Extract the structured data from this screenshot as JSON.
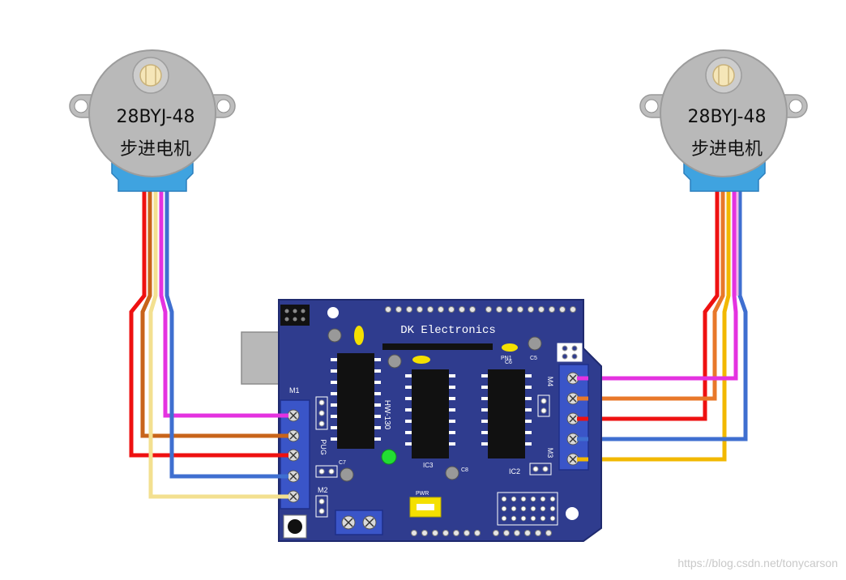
{
  "motors": {
    "left": {
      "model": "28BYJ-48",
      "name": "步进电机"
    },
    "right": {
      "model": "28BYJ-48",
      "name": "步进电机"
    }
  },
  "board": {
    "brand": "DK Electronics",
    "model": "HW-130",
    "labels": {
      "pn1": "PN1",
      "c6": "C6",
      "c5": "C5",
      "c7": "C7",
      "c8": "C8",
      "ic3": "IC3",
      "ic2": "IC2",
      "pwr": "PWR",
      "m1": "M1",
      "m2": "M2",
      "m3": "M3",
      "m4": "M4",
      "pug": "PUG"
    }
  },
  "colors": {
    "board": "#2f3c8e",
    "board_edge": "#1f2a6e",
    "motor_body": "#b9b9b9",
    "motor_base": "#3fa3e0",
    "wire_pink": "#e432e0",
    "wire_orange": "#c8641a",
    "wire_red": "#ee1111",
    "wire_blue": "#3f6fd0",
    "wire_yellow": "#f3e090",
    "wire_yellow_dark": "#f2b800"
  },
  "watermark": "https://blog.csdn.net/tonycarson"
}
